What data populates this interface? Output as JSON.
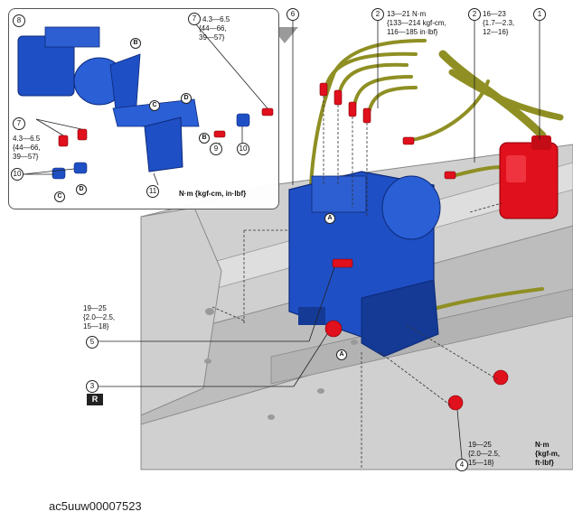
{
  "figure_code": "ac5uuw00007523",
  "orientation_badge": "R",
  "inset_unit_note": "N·m {kgf-cm, in·lbf}",
  "main_unit_note": [
    "N·m",
    "{kgf-m,",
    "ft·lbf}"
  ],
  "callouts": {
    "n1": "1",
    "n2a": "2",
    "n2b": "2",
    "n3": "3",
    "n4": "4",
    "n5": "5",
    "n6": "6",
    "n7a": "7",
    "n7b": "7",
    "n8": "8",
    "n9": "9",
    "n10a": "10",
    "n10b": "10",
    "n11": "11"
  },
  "letters": {
    "a1": "A",
    "a2": "A",
    "b1": "B",
    "b2": "B",
    "c1": "C",
    "c2": "C",
    "d1": "D",
    "d2": "D"
  },
  "torque_specs": {
    "inset_top": [
      "4.3—6.5",
      "{44—66,",
      "39—57}"
    ],
    "inset_left": [
      "4.3—6.5",
      "{44—66,",
      "39—57}"
    ],
    "pipe_large": [
      "13—21 N·m",
      "{133—214 kgf-cm,",
      "116—185 in·lbf}"
    ],
    "pipe_small": [
      "16—23",
      "{1.7—2.3,",
      "12—16}"
    ],
    "bolt_left": [
      "19—25",
      "{2.0—2.5,",
      "15—18}"
    ],
    "bolt_bottom": [
      "19—25",
      "{2.0—2.5,",
      "15—18}"
    ]
  },
  "colors": {
    "hcu_blue": "#1f4fc4",
    "hcu_blue_dark": "#143a96",
    "part_red": "#e0101c",
    "pipe_olive": "#8f8f24",
    "frame_gray": "#c8c8c8"
  }
}
